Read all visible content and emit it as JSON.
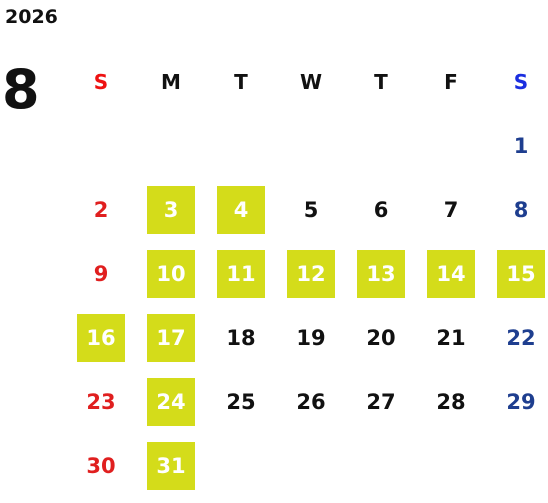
{
  "calendar": {
    "year": "2026",
    "month": "8",
    "weekdays": [
      "S",
      "M",
      "T",
      "W",
      "T",
      "F",
      "S"
    ],
    "highlight_color": "#d4dc1a",
    "sunday_color": "#e01f1f",
    "saturday_color": "#1e3e8f",
    "days": {
      "d1": "1",
      "d2": "2",
      "d3": "3",
      "d4": "4",
      "d5": "5",
      "d6": "6",
      "d7": "7",
      "d8": "8",
      "d9": "9",
      "d10": "10",
      "d11": "11",
      "d12": "12",
      "d13": "13",
      "d14": "14",
      "d15": "15",
      "d16": "16",
      "d17": "17",
      "d18": "18",
      "d19": "19",
      "d20": "20",
      "d21": "21",
      "d22": "22",
      "d23": "23",
      "d24": "24",
      "d25": "25",
      "d26": "26",
      "d27": "27",
      "d28": "28",
      "d29": "29",
      "d30": "30",
      "d31": "31"
    },
    "highlighted_days": [
      3,
      4,
      10,
      11,
      12,
      13,
      14,
      15,
      16,
      17,
      24,
      31
    ]
  }
}
